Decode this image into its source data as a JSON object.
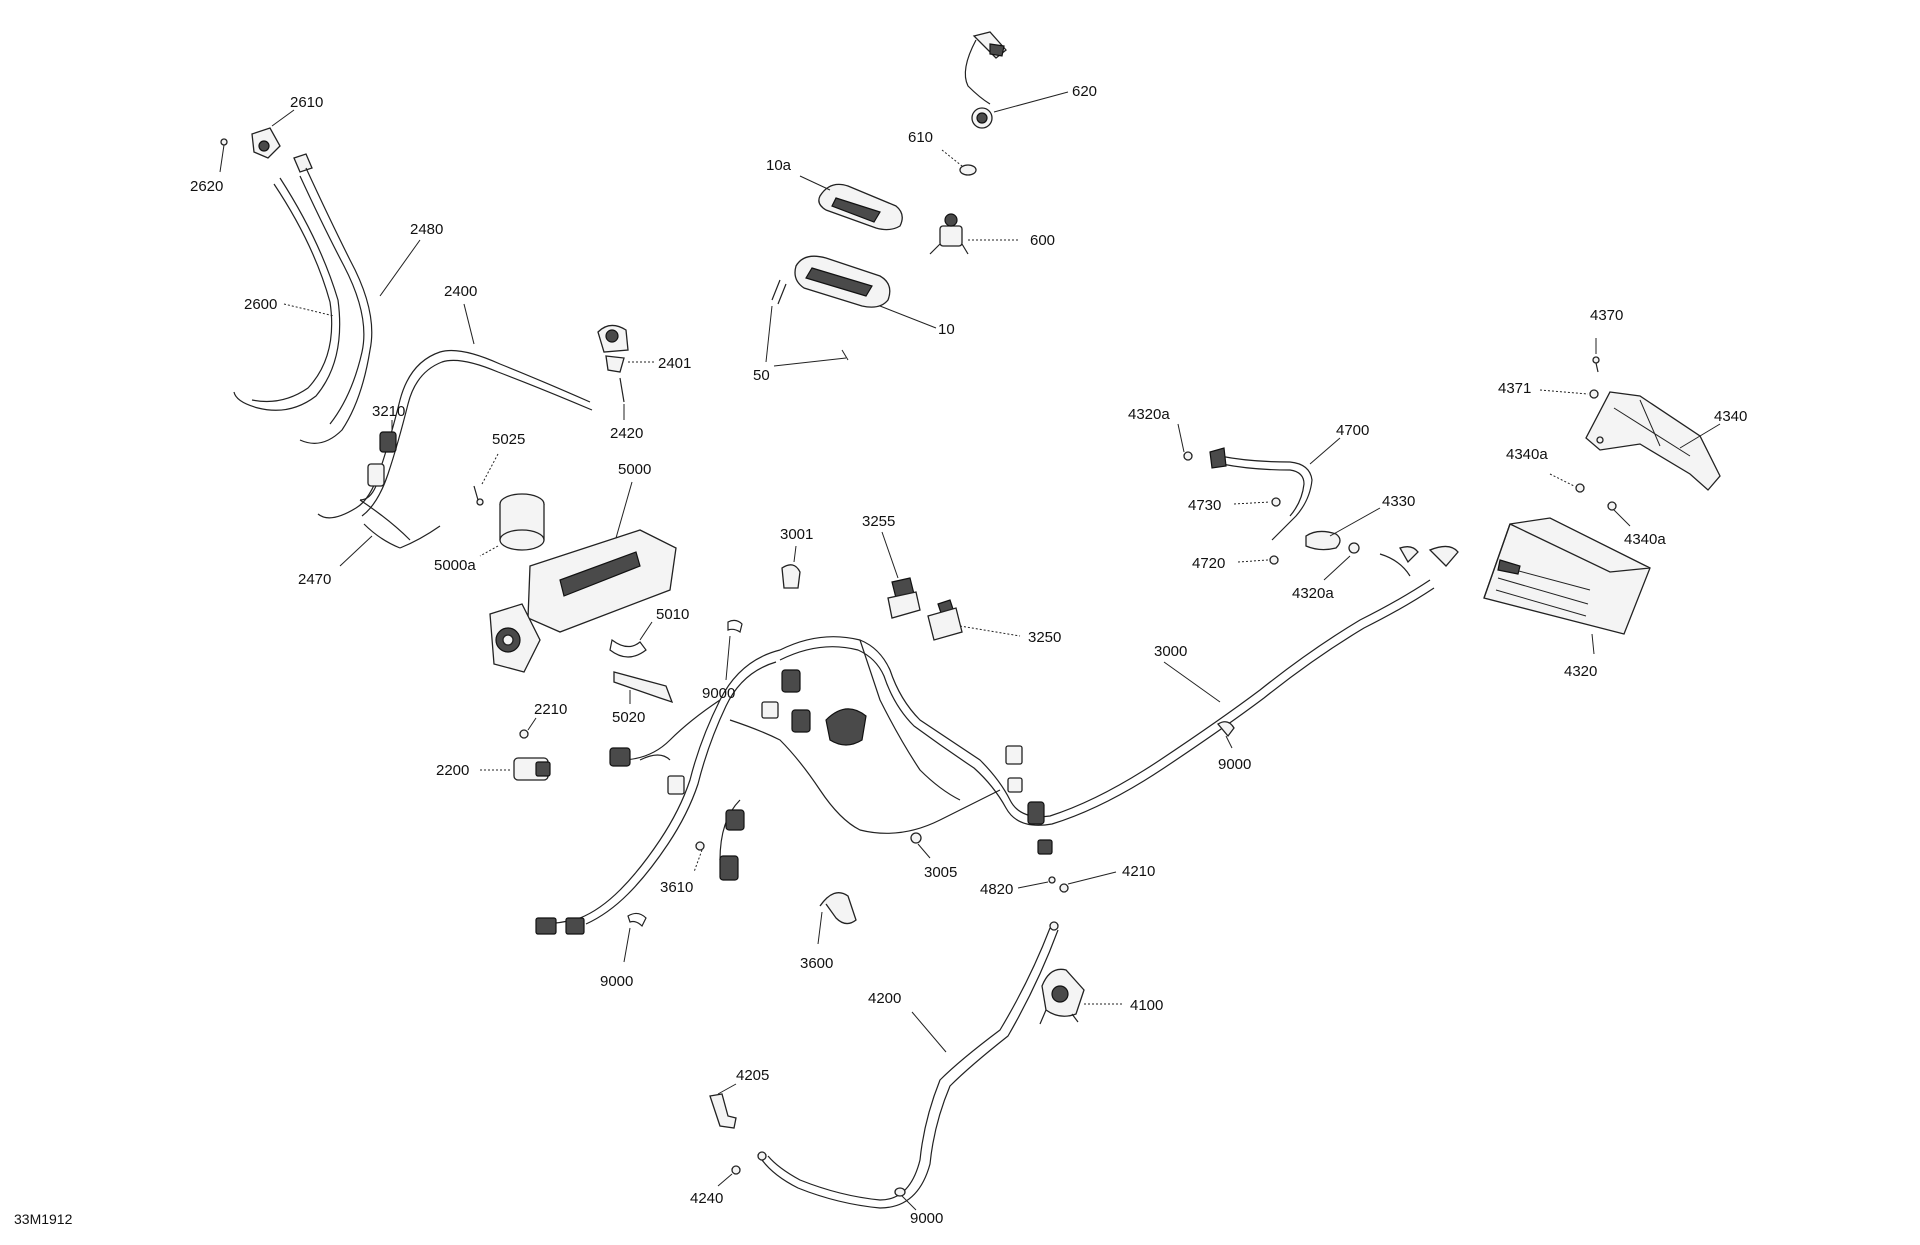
{
  "figure_id": "33M1912",
  "labels": {
    "l_620": "620",
    "l_610": "610",
    "l_10a": "10a",
    "l_600": "600",
    "l_10": "10",
    "l_50": "50",
    "l_2610": "2610",
    "l_2620": "2620",
    "l_2480": "2480",
    "l_2600": "2600",
    "l_2400": "2400",
    "l_2401": "2401",
    "l_2420": "2420",
    "l_3210": "3210",
    "l_5025": "5025",
    "l_5000": "5000",
    "l_5000a": "5000a",
    "l_2470": "2470",
    "l_5010": "5010",
    "l_5020": "5020",
    "l_3001": "3001",
    "l_3255": "3255",
    "l_3250": "3250",
    "l_9000_a": "9000",
    "l_2210": "2210",
    "l_2200": "2200",
    "l_3610": "3610",
    "l_3005": "3005",
    "l_3600": "3600",
    "l_9000_b": "9000",
    "l_4820": "4820",
    "l_4210": "4210",
    "l_4200": "4200",
    "l_4100": "4100",
    "l_4205": "4205",
    "l_4240": "4240",
    "l_9000_c": "9000",
    "l_3000": "3000",
    "l_9000_d": "9000",
    "l_4320a_top": "4320a",
    "l_4700": "4700",
    "l_4730": "4730",
    "l_4330": "4330",
    "l_4720": "4720",
    "l_4320a_bot": "4320a",
    "l_4370": "4370",
    "l_4371": "4371",
    "l_4340": "4340",
    "l_4340a_top": "4340a",
    "l_4340a_bot": "4340a",
    "l_4320": "4320"
  }
}
